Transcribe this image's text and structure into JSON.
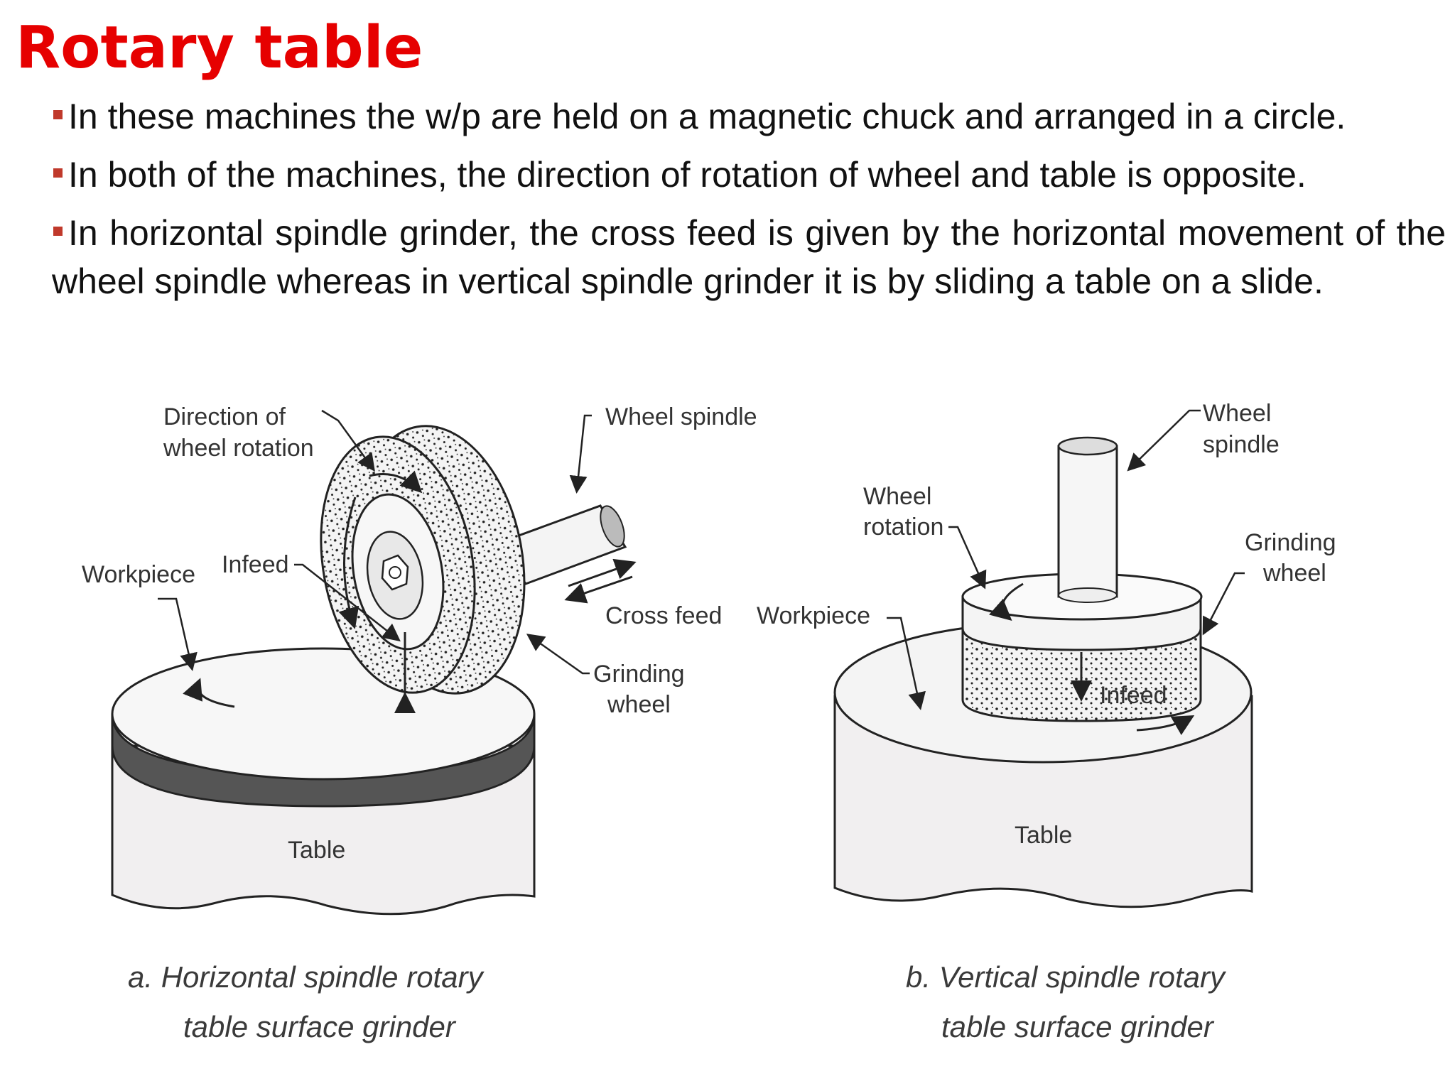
{
  "slide": {
    "title": "Rotary table",
    "bullets": [
      "In these machines the w/p are held on a magnetic chuck and arranged in a circle.",
      "In both of the machines, the direction of rotation of wheel and table is opposite.",
      "In horizontal spindle grinder, the cross feed is given by the horizontal movement of the wheel spindle whereas in vertical spindle grinder it is by sliding a table on a slide."
    ]
  },
  "figure_a": {
    "labels": {
      "direction_line1": "Direction of",
      "direction_line2": "wheel rotation",
      "wheel_spindle": "Wheel spindle",
      "infeed": "Infeed",
      "workpiece": "Workpiece",
      "cross_feed": "Cross feed",
      "grinding_line1": "Grinding",
      "grinding_line2": "wheel",
      "table": "Table"
    },
    "caption_line1": "a. Horizontal spindle rotary",
    "caption_line2": "table surface grinder"
  },
  "figure_b": {
    "labels": {
      "wheel_spindle_line1": "Wheel",
      "wheel_spindle_line2": "spindle",
      "wheel_rotation_line1": "Wheel",
      "wheel_rotation_line2": "rotation",
      "grinding_line1": "Grinding",
      "grinding_line2": "wheel",
      "workpiece": "Workpiece",
      "infeed": "Infeed",
      "table": "Table"
    },
    "caption_line1": "b. Vertical spindle rotary",
    "caption_line2": "table surface grinder"
  },
  "colors": {
    "title": "#e60000",
    "bullet_marker": "#c0392b"
  }
}
